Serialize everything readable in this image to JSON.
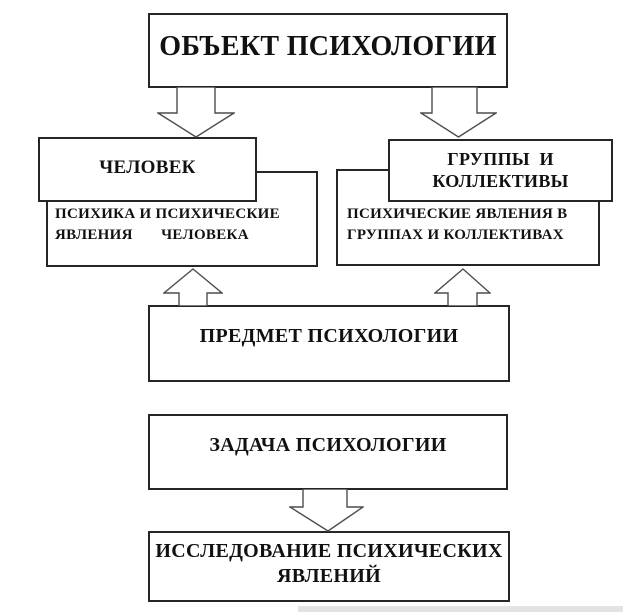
{
  "boxes": {
    "object": {
      "label": "ОБЪЕКТ ПСИХОЛОГИИ"
    },
    "chelovek": {
      "label": "ЧЕЛОВЕК"
    },
    "left_desc": {
      "lines": [
        "ПСИХИКА И ПСИХИЧЕСКИЕ",
        "ЯВЛЕНИЯ       ЧЕЛОВЕКА"
      ]
    },
    "gruppy": {
      "lines": [
        "ГРУППЫ  И",
        "КОЛЛЕКТИВЫ"
      ]
    },
    "right_desc": {
      "lines": [
        "ПСИХИЧЕСКИЕ ЯВЛЕНИЯ В",
        "ГРУППАХ И КОЛЛЕКТИВАХ"
      ]
    },
    "predmet": {
      "label": "ПРЕДМЕТ ПСИХОЛОГИИ"
    },
    "zadacha": {
      "label": "ЗАДАЧА ПСИХОЛОГИИ"
    },
    "issledovanie": {
      "lines": [
        "ИССЛЕДОВАНИЕ ПСИХИЧЕСКИХ",
        "ЯВЛЕНИЙ"
      ]
    }
  },
  "icons": {
    "down_arrow": "block-arrow-down",
    "up_arrow": "block-arrow-up"
  },
  "colors": {
    "background": "#ffffff",
    "box_fill": "#ffffff",
    "box_border": "#262626",
    "arrow_outline": "#4d4d4d",
    "text": "#111111",
    "scrollbar_track": "#e3e3e3"
  }
}
